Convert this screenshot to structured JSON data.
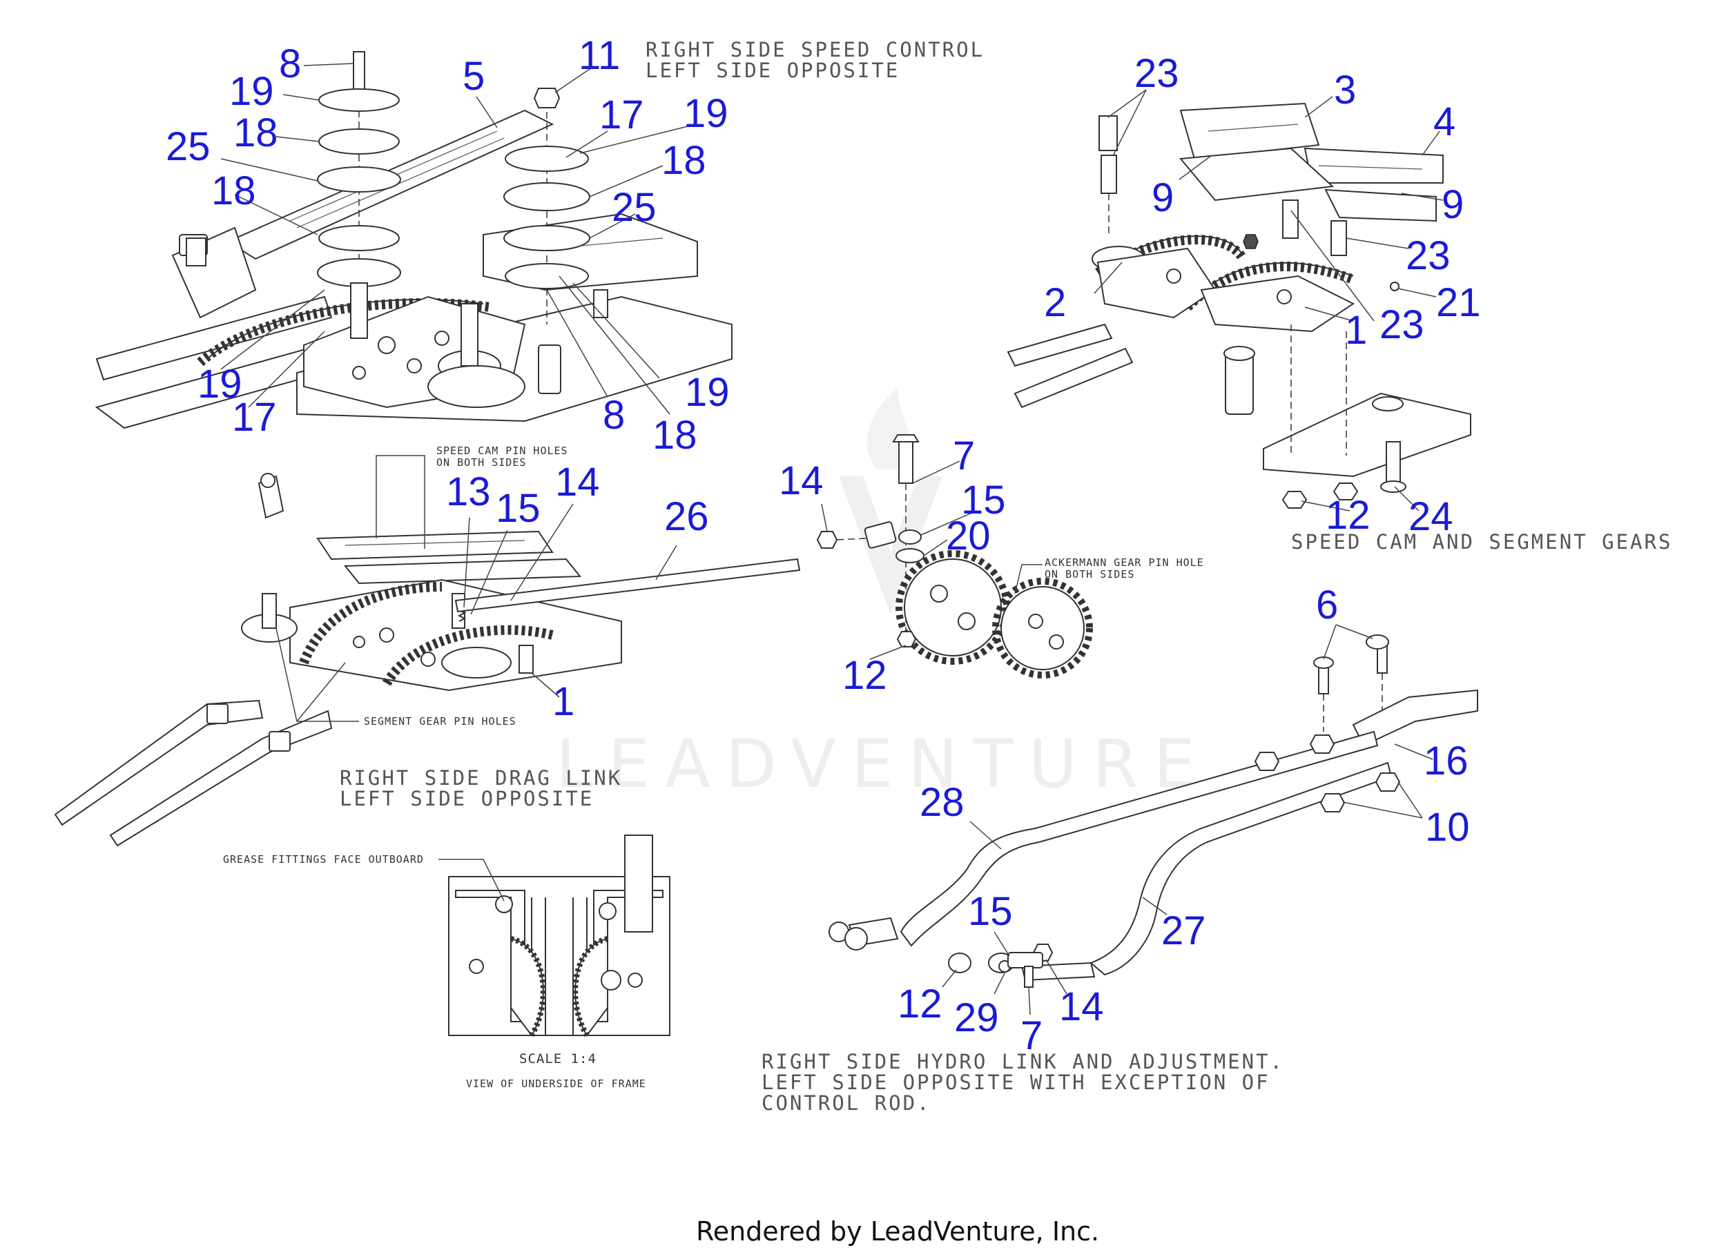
{
  "captions": {
    "speed_control_1": "RIGHT SIDE SPEED CONTROL",
    "speed_control_2": "LEFT SIDE OPPOSITE",
    "speed_cam": "SPEED CAM AND SEGMENT GEARS",
    "drag_link_1": "RIGHT SIDE DRAG LINK",
    "drag_link_2": "LEFT SIDE OPPOSITE",
    "hydro_1": "RIGHT SIDE HYDRO LINK AND ADJUSTMENT.",
    "hydro_2": "LEFT SIDE OPPOSITE WITH EXCEPTION OF",
    "hydro_3": "CONTROL ROD."
  },
  "notes": {
    "speed_cam_pin_holes_1": "SPEED CAM PIN HOLES",
    "speed_cam_pin_holes_2": "ON BOTH SIDES",
    "ackermann_1": "ACKERMANN GEAR PIN HOLE",
    "ackermann_2": "ON BOTH SIDES",
    "segment_gear_pin_holes": "SEGMENT GEAR PIN HOLES",
    "grease_fittings": "GREASE FITTINGS FACE OUTBOARD",
    "scale": "SCALE 1:4",
    "underside_view": "VIEW OF UNDERSIDE OF FRAME"
  },
  "watermark": "LEADVENTURE",
  "footer": "Rendered by LeadVenture, Inc.",
  "callouts": [
    {
      "id": "c-8a",
      "label": "8"
    },
    {
      "id": "c-19a",
      "label": "19"
    },
    {
      "id": "c-5",
      "label": "5"
    },
    {
      "id": "c-11",
      "label": "11"
    },
    {
      "id": "c-18a",
      "label": "18"
    },
    {
      "id": "c-25a",
      "label": "25"
    },
    {
      "id": "c-17a",
      "label": "17"
    },
    {
      "id": "c-19b",
      "label": "19"
    },
    {
      "id": "c-18b",
      "label": "18"
    },
    {
      "id": "c-18c",
      "label": "18"
    },
    {
      "id": "c-25b",
      "label": "25"
    },
    {
      "id": "c-19c",
      "label": "19"
    },
    {
      "id": "c-17b",
      "label": "17"
    },
    {
      "id": "c-8b",
      "label": "8"
    },
    {
      "id": "c-19d",
      "label": "19"
    },
    {
      "id": "c-18d",
      "label": "18"
    },
    {
      "id": "c-23a",
      "label": "23"
    },
    {
      "id": "c-3",
      "label": "3"
    },
    {
      "id": "c-4",
      "label": "4"
    },
    {
      "id": "c-9a",
      "label": "9"
    },
    {
      "id": "c-9b",
      "label": "9"
    },
    {
      "id": "c-23b",
      "label": "23"
    },
    {
      "id": "c-2",
      "label": "2"
    },
    {
      "id": "c-21",
      "label": "21"
    },
    {
      "id": "c-1a",
      "label": "1"
    },
    {
      "id": "c-23c",
      "label": "23"
    },
    {
      "id": "c-12a",
      "label": "12"
    },
    {
      "id": "c-24",
      "label": "24"
    },
    {
      "id": "c-7a",
      "label": "7"
    },
    {
      "id": "c-14a",
      "label": "14"
    },
    {
      "id": "c-15a",
      "label": "15"
    },
    {
      "id": "c-20",
      "label": "20"
    },
    {
      "id": "c-13",
      "label": "13"
    },
    {
      "id": "c-15b",
      "label": "15"
    },
    {
      "id": "c-14b",
      "label": "14"
    },
    {
      "id": "c-26",
      "label": "26"
    },
    {
      "id": "c-12b",
      "label": "12"
    },
    {
      "id": "c-1b",
      "label": "1"
    },
    {
      "id": "c-6",
      "label": "6"
    },
    {
      "id": "c-16",
      "label": "16"
    },
    {
      "id": "c-10",
      "label": "10"
    },
    {
      "id": "c-28",
      "label": "28"
    },
    {
      "id": "c-27",
      "label": "27"
    },
    {
      "id": "c-15c",
      "label": "15"
    },
    {
      "id": "c-12c",
      "label": "12"
    },
    {
      "id": "c-29",
      "label": "29"
    },
    {
      "id": "c-14c",
      "label": "14"
    },
    {
      "id": "c-7b",
      "label": "7"
    }
  ]
}
